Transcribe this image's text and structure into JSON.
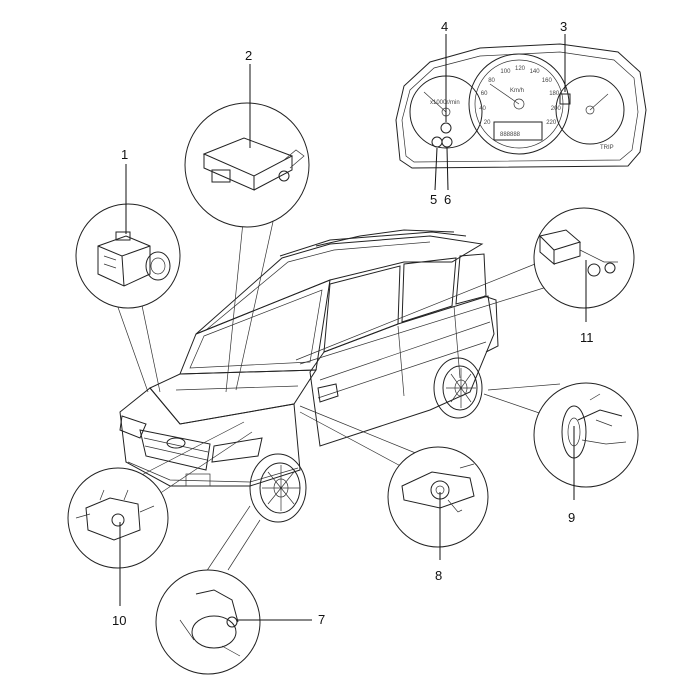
{
  "callouts": {
    "c1": "1",
    "c2": "2",
    "c3": "3",
    "c4": "4",
    "c5": "5",
    "c6": "6",
    "c7": "7",
    "c8": "8",
    "c9": "9",
    "c10": "10",
    "c11": "11"
  },
  "cluster": {
    "unit_left": "x1000r/min",
    "unit_speed": "Km/h",
    "speed_ticks": [
      "20",
      "40",
      "60",
      "80",
      "100",
      "120",
      "140",
      "160",
      "180",
      "200",
      "220"
    ],
    "odometer": "888888",
    "trip": "TRIP"
  }
}
